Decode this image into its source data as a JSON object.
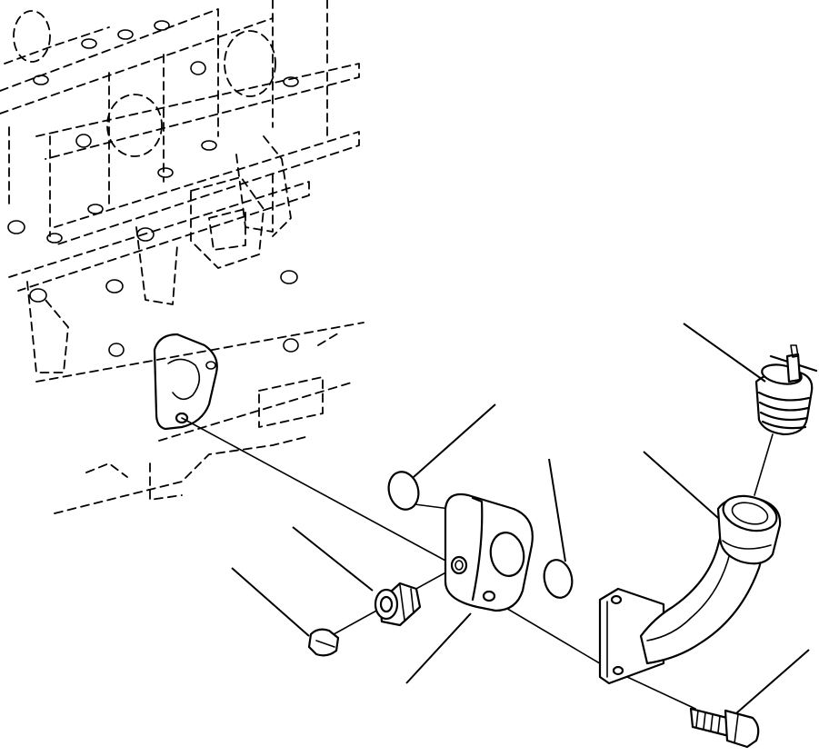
{
  "diagram": {
    "style": "exploded-parts-line-drawing",
    "colors": {
      "ink": "#000000",
      "background": "#ffffff"
    },
    "parts": [
      "engine-block-dashed",
      "o-ring-upper",
      "adapter-flange",
      "o-ring-lower",
      "hose-elbow",
      "drain-valve-plug",
      "flange-bolt",
      "washer-nut",
      "plug-screw"
    ]
  }
}
